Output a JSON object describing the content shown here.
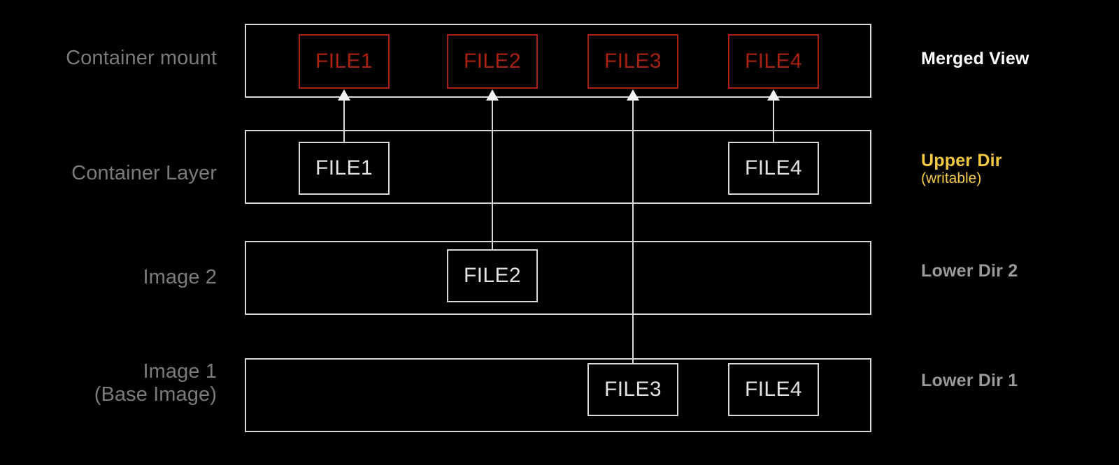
{
  "diagram": {
    "title_text": "",
    "colors": {
      "background": "#000000",
      "layer_border": "#d8d8d8",
      "file_text": "#e2e2e2",
      "merged_red": "#a82111",
      "left_label": "#7b7b7b",
      "merged_view_label": "#ffffff",
      "upper_dir_label": "#f4c942",
      "lower_dir_label": "#9a9a9a",
      "connector": "#d9d9d9"
    },
    "rows": [
      {
        "id": "merged",
        "left_label": "Container mount",
        "right_label": "Merged View",
        "right_sub_label": "",
        "files": [
          "FILE1",
          "FILE2",
          "FILE3",
          "FILE4"
        ]
      },
      {
        "id": "upper",
        "left_label": "Container Layer",
        "right_label": "Upper Dir",
        "right_sub_label": "(writable)",
        "files": [
          "FILE1",
          "FILE4"
        ]
      },
      {
        "id": "lower2",
        "left_label": "Image 2",
        "right_label": "Lower Dir 2",
        "right_sub_label": "",
        "files": [
          "FILE2"
        ]
      },
      {
        "id": "lower1",
        "left_label": "Image 1\n(Base Image)",
        "right_label": "Lower Dir 1",
        "right_sub_label": "",
        "files": [
          "FILE3",
          "FILE4"
        ]
      }
    ],
    "connectors": [
      {
        "name": "file1-upper-to-merged",
        "file": "FILE1",
        "from_row": "upper",
        "to_row": "merged"
      },
      {
        "name": "file2-lower2-to-merged",
        "file": "FILE2",
        "from_row": "lower2",
        "to_row": "merged"
      },
      {
        "name": "file3-lower1-to-merged",
        "file": "FILE3",
        "from_row": "lower1",
        "to_row": "merged"
      },
      {
        "name": "file4-upper-to-merged",
        "file": "FILE4",
        "from_row": "upper",
        "to_row": "merged"
      }
    ]
  }
}
